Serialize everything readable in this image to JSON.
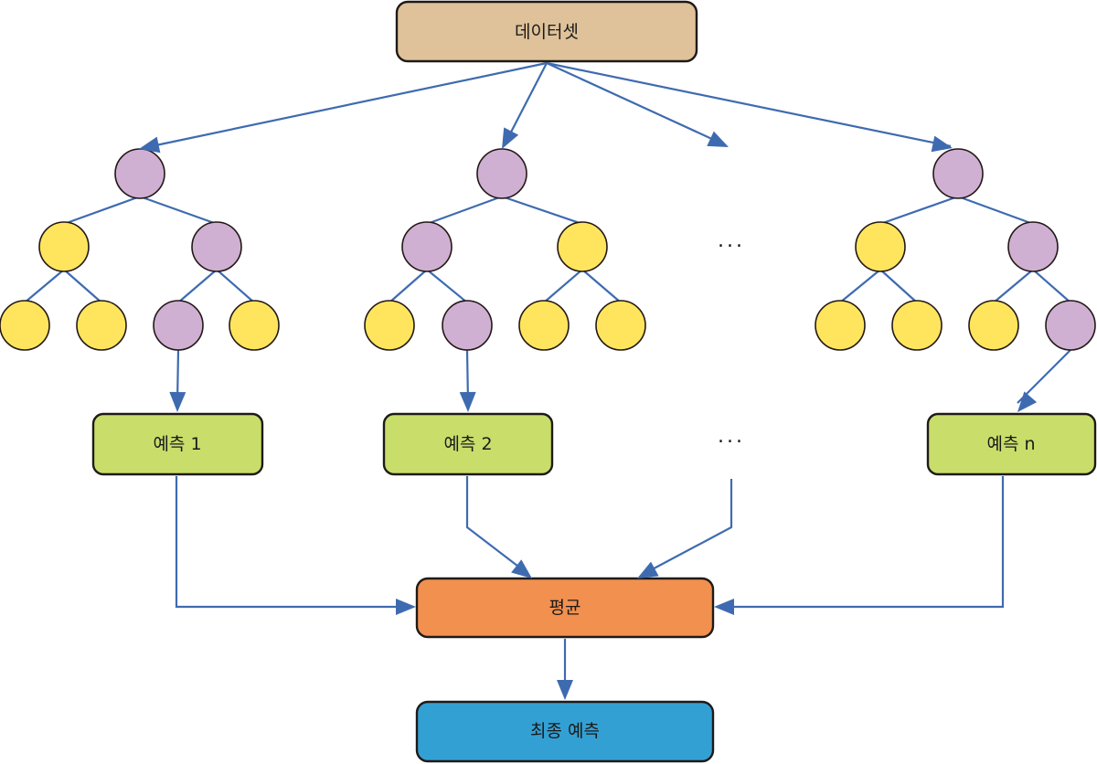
{
  "diagram": {
    "title": "Random forest (bagging) ensemble averaging",
    "dataset": {
      "label": "데이터셋",
      "color": "#DFC29A"
    },
    "trees": [
      {
        "id": "tree-1",
        "root": "purple",
        "level2": [
          "yellow",
          "purple"
        ],
        "level3": [
          "yellow",
          "yellow",
          "purple",
          "yellow"
        ],
        "output_leaf": 2,
        "prediction": "예측 1"
      },
      {
        "id": "tree-2",
        "root": "purple",
        "level2": [
          "purple",
          "yellow"
        ],
        "level3": [
          "yellow",
          "purple",
          "yellow",
          "yellow"
        ],
        "output_leaf": 1,
        "prediction": "예측 2"
      },
      {
        "id": "tree-n",
        "root": "purple",
        "level2": [
          "yellow",
          "purple"
        ],
        "level3": [
          "yellow",
          "yellow",
          "yellow",
          "purple"
        ],
        "output_leaf": 3,
        "prediction": "예측 n"
      }
    ],
    "ellipsis": "···",
    "average": {
      "label": "평균",
      "color": "#F2904F"
    },
    "final": {
      "label": "최종 예측",
      "color": "#33A0D4"
    },
    "colors": {
      "purple": "#CFB0D3",
      "yellow": "#FFE55E",
      "prediction_box": "#C9DD6B",
      "arrow": "#3E6BB0"
    }
  }
}
